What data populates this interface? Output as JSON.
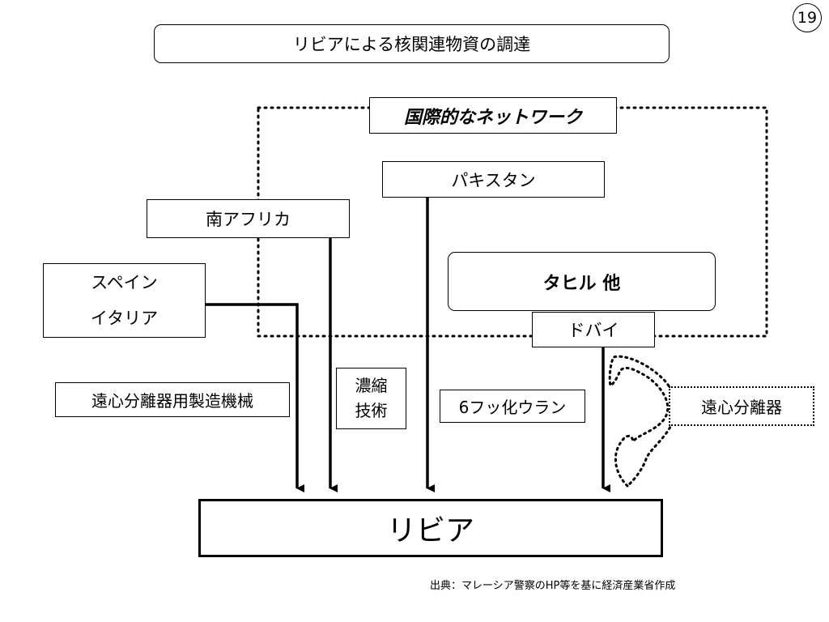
{
  "page_number": "19",
  "title": "リビアによる核関連物資の調達",
  "network": {
    "label": "国際的なネットワーク"
  },
  "nodes": {
    "pakistan": "パキスタン",
    "south_africa": "南アフリカ",
    "spain": "スペイン",
    "italy": "イタリア",
    "tahir": "タヒル 他",
    "dubai": "ドバイ",
    "libya": "リビア"
  },
  "items": {
    "centrifuge_equipment": "遠心分離器用製造機械",
    "enrichment_line1": "濃縮",
    "enrichment_line2": "技術",
    "uf6": "6フッ化ウラン",
    "centrifuge": "遠心分離器"
  },
  "source_note": "出典：マレーシア警察のHP等を基に経済産業省作成"
}
